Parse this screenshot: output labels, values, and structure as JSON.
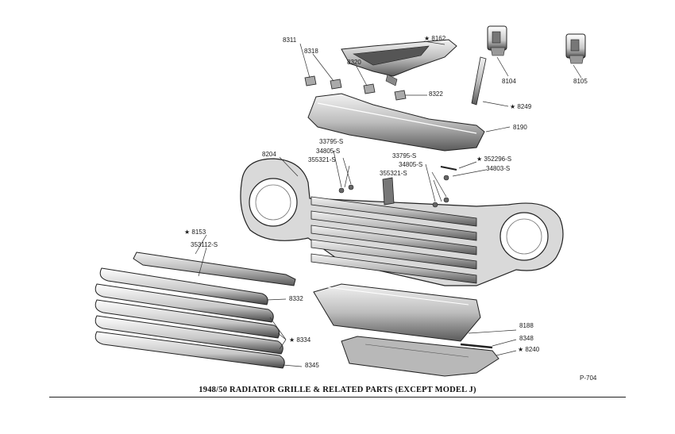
{
  "caption": "1948/50 RADIATOR GRILLE & RELATED PARTS (EXCEPT MODEL J)",
  "plate_number": "P-704",
  "callouts": {
    "c8311": "8311",
    "c8318": "8318",
    "c8320": "8320",
    "c8162": "★ 8162",
    "c8322": "8322",
    "c8104": "8104",
    "c8105": "8105",
    "c8249": "★ 8249",
    "c8190": "8190",
    "c8204": "8204",
    "c33795a": "33795-S",
    "c34805a": "34805-S",
    "c355321a": "355321-S",
    "c33795b": "33795-S",
    "c34805b": "34805-S",
    "c355321b": "355321-S",
    "c352296": "★ 352296-S",
    "c34803": "34803-S",
    "c8153": "★ 8153",
    "c353112": "353112-S",
    "c8332": "8332",
    "c8334": "★ 8334",
    "c8345": "8345",
    "c8188": "8188",
    "c8348": "8348",
    "c8240": "★ 8240"
  }
}
